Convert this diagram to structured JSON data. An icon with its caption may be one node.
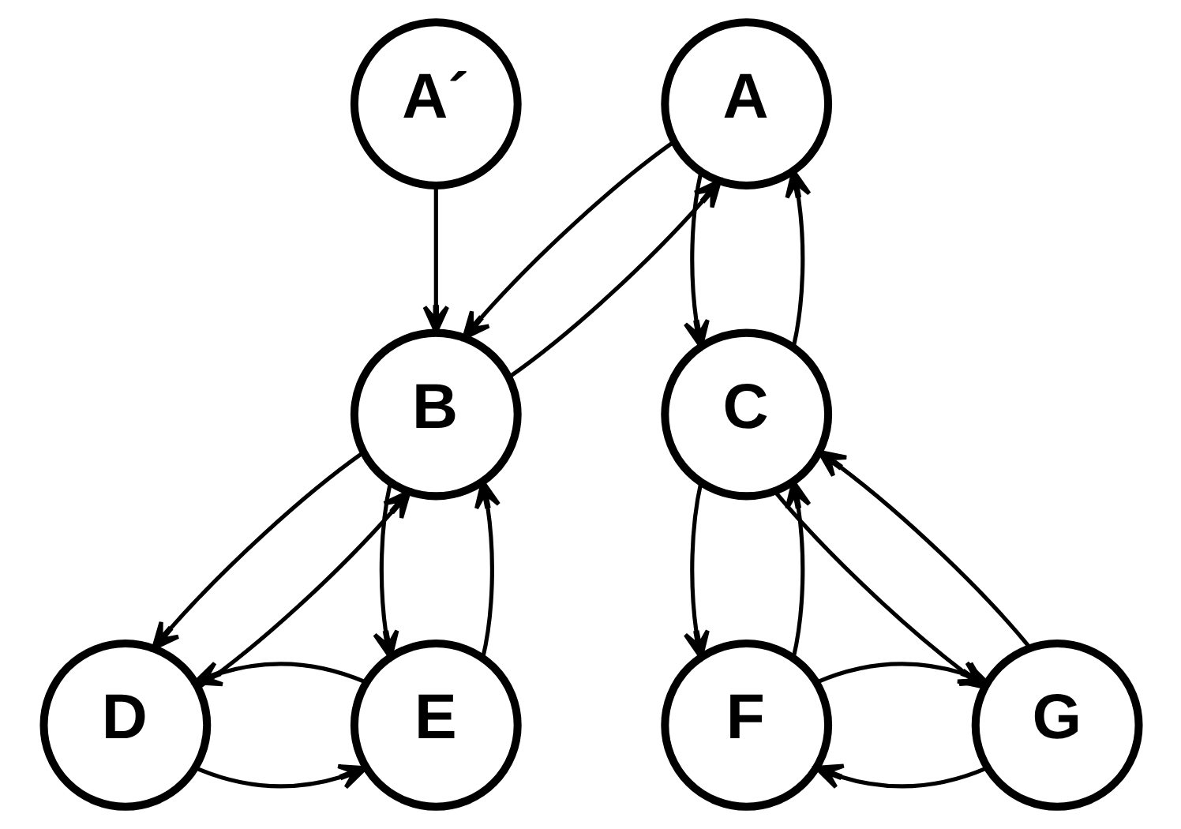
{
  "diagram": {
    "nodes": [
      {
        "text": [
          "A´"
        ]
      },
      {
        "text": [
          "A"
        ]
      },
      {
        "text": [
          "B"
        ]
      },
      {
        "text": [
          "C"
        ]
      },
      {
        "text": [
          "D"
        ]
      },
      {
        "text": [
          "E"
        ]
      },
      {
        "text": [
          "F"
        ]
      },
      {
        "text": [
          "G"
        ]
      }
    ],
    "edges": [
      {
        "from": 0,
        "to": 2,
        "arrow": "to"
      },
      {
        "from": 1,
        "to": 2,
        "arrow": "to"
      },
      {
        "from": 2,
        "to": 1,
        "arrow": "to"
      },
      {
        "from": 3,
        "to": 1,
        "arrow": "to"
      },
      {
        "from": 1,
        "to": 3,
        "arrow": "to"
      },
      {
        "from": 2,
        "to": 4,
        "arrow": "to"
      },
      {
        "from": 4,
        "to": 2,
        "arrow": "to"
      },
      {
        "from": 5,
        "to": 2,
        "arrow": "to"
      },
      {
        "from": 2,
        "to": 5,
        "arrow": "to"
      },
      {
        "from": 4,
        "to": 5,
        "arrow": "to"
      },
      {
        "from": 5,
        "to": 4,
        "arrow": "to"
      },
      {
        "from": 3,
        "to": 6,
        "arrow": "to"
      },
      {
        "from": 6,
        "to": 3,
        "arrow": "to"
      },
      {
        "from": 7,
        "to": 3,
        "arrow": "to"
      },
      {
        "from": 3,
        "to": 7,
        "arrow": "to"
      },
      {
        "from": 7,
        "to": 6,
        "arrow": "to"
      },
      {
        "from": 6,
        "to": 7,
        "arrow": "to"
      }
    ]
  }
}
